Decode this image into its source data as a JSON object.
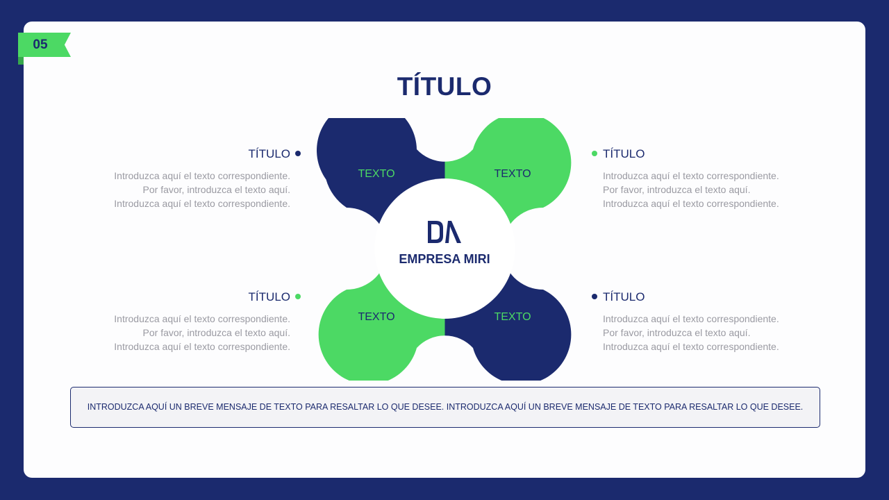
{
  "slide": {
    "number": "05",
    "title": "TÍTULO"
  },
  "colors": {
    "navy": "#1b2a6e",
    "green": "#4cd964",
    "gray_text": "#9a9aa2"
  },
  "center": {
    "company": "EMPRESA MIRI",
    "logo_icon": "company-logo-icon"
  },
  "petals": {
    "top_left": "TEXTO",
    "top_right": "TEXTO",
    "bottom_left": "TEXTO",
    "bottom_right": "TEXTO"
  },
  "blocks": {
    "top_left": {
      "title": "TÍTULO",
      "lines": [
        "Introduzca aquí el texto correspondiente.",
        "Por favor, introduzca el texto aquí.",
        "Introduzca aquí el texto correspondiente."
      ]
    },
    "top_right": {
      "title": "TÍTULO",
      "lines": [
        "Introduzca aquí el texto correspondiente.",
        "Por favor, introduzca el texto aquí.",
        "Introduzca aquí el texto correspondiente."
      ]
    },
    "bottom_left": {
      "title": "TÍTULO",
      "lines": [
        "Introduzca aquí el texto correspondiente.",
        "Por favor, introduzca el texto aquí.",
        "Introduzca aquí el texto correspondiente."
      ]
    },
    "bottom_right": {
      "title": "TÍTULO",
      "lines": [
        "Introduzca aquí el texto correspondiente.",
        "Por favor, introduzca el texto aquí.",
        "Introduzca aquí el texto correspondiente."
      ]
    }
  },
  "banner": "INTRODUZCA AQUÍ UN BREVE MENSAJE DE TEXTO PARA RESALTAR LO QUE DESEE. INTRODUZCA AQUÍ UN BREVE MENSAJE DE TEXTO PARA RESALTAR LO QUE DESEE."
}
